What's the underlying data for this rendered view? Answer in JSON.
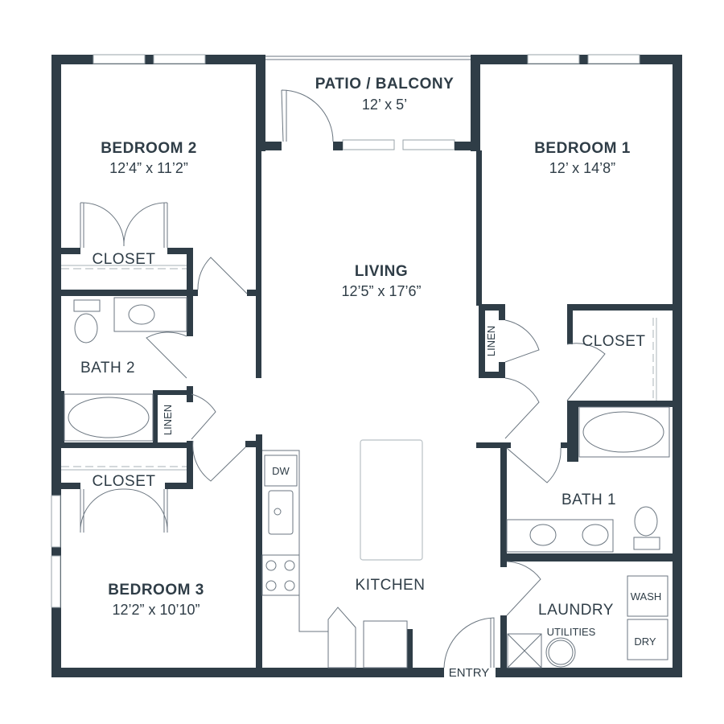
{
  "colors": {
    "wall": "#2f3d47",
    "fixture": "#6b7680",
    "background": "#ffffff"
  },
  "rooms": {
    "patio": {
      "name": "PATIO / BALCONY",
      "dim": "12’ x 5’"
    },
    "bedroom2": {
      "name": "BEDROOM 2",
      "dim": "12’4” x 11’2”"
    },
    "bedroom1": {
      "name": "BEDROOM 1",
      "dim": "12’ x 14’8”"
    },
    "living": {
      "name": "LIVING",
      "dim": "12’5” x 17’6”"
    },
    "bedroom3": {
      "name": "BEDROOM 3",
      "dim": "12’2” x 10’10”"
    },
    "closet_bed2": "CLOSET",
    "closet_bed1": "CLOSET",
    "closet_bed3": "CLOSET",
    "bath2": "BATH 2",
    "bath1": "BATH 1",
    "linen_left": "LINEN",
    "linen_right": "LINEN",
    "kitchen": "KITCHEN",
    "laundry": "LAUNDRY",
    "utilities": "UTILITIES",
    "entry": "ENTRY"
  },
  "appliances": {
    "dishwasher": "DW",
    "washer": "WASH",
    "dryer": "DRY"
  }
}
